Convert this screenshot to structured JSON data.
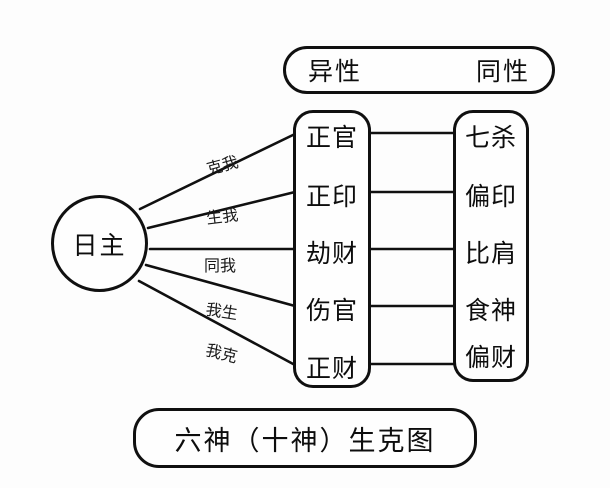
{
  "diagram": {
    "caption": "六神（十神）生克图",
    "center_node": {
      "label": "日主",
      "shape": "circle"
    },
    "header": {
      "different_gender": "异性",
      "same_gender": "同性"
    },
    "relations": [
      {
        "label": "克我",
        "different": "正官",
        "same": "七杀"
      },
      {
        "label": "生我",
        "different": "正印",
        "same": "偏印"
      },
      {
        "label": "同我",
        "different": "劫财",
        "same": "比肩"
      },
      {
        "label": "我生",
        "different": "伤官",
        "same": "食神"
      },
      {
        "label": "我克",
        "different": "正财",
        "same": "偏财"
      }
    ],
    "columns": {
      "different_gender_items": [
        "正官",
        "正印",
        "劫财",
        "伤官",
        "正财"
      ],
      "same_gender_items": [
        "七杀",
        "偏印",
        "比肩",
        "食神",
        "偏财"
      ]
    },
    "colors": {
      "ink": "#101010",
      "paper": "#fdfdfd"
    }
  }
}
